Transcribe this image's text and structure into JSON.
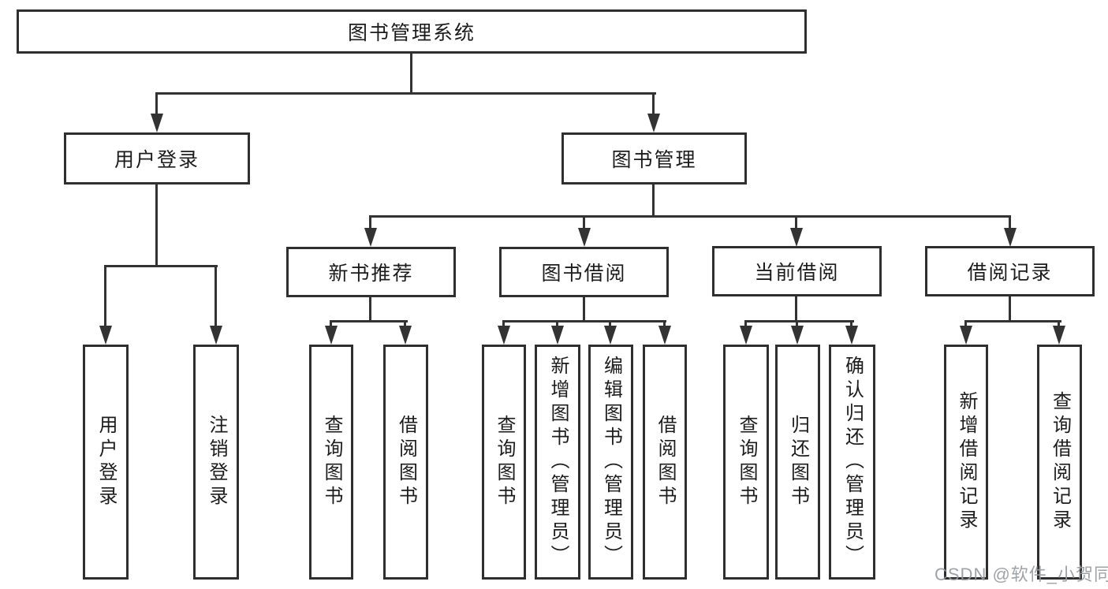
{
  "diagram": {
    "title": "图书管理系统",
    "type": "hierarchy-tree",
    "colors": {
      "line": "#333333",
      "box_border": "#2f2f2f",
      "text": "#1c1c1c",
      "background": "#ffffff",
      "watermark": "#969ba0"
    },
    "root": {
      "label": "图书管理系统"
    },
    "branches": [
      {
        "label": "用户登录",
        "children": [
          {
            "label": "用户登录"
          },
          {
            "label": "注销登录"
          }
        ]
      },
      {
        "label": "图书管理",
        "children": [
          {
            "label": "新书推荐",
            "children": [
              {
                "label": "查询图书"
              },
              {
                "label": "借阅图书"
              }
            ]
          },
          {
            "label": "图书借阅",
            "children": [
              {
                "label": "查询图书"
              },
              {
                "label": "新增图书（管理员）"
              },
              {
                "label": "编辑图书（管理员）"
              },
              {
                "label": "借阅图书"
              }
            ]
          },
          {
            "label": "当前借阅",
            "children": [
              {
                "label": "查询图书"
              },
              {
                "label": "归还图书"
              },
              {
                "label": "确认归还（管理员）"
              }
            ]
          },
          {
            "label": "借阅记录",
            "children": [
              {
                "label": "新增借阅记录"
              },
              {
                "label": "查询借阅记录"
              }
            ]
          }
        ]
      }
    ],
    "watermark": "CSDN @软件_小贺同学"
  }
}
